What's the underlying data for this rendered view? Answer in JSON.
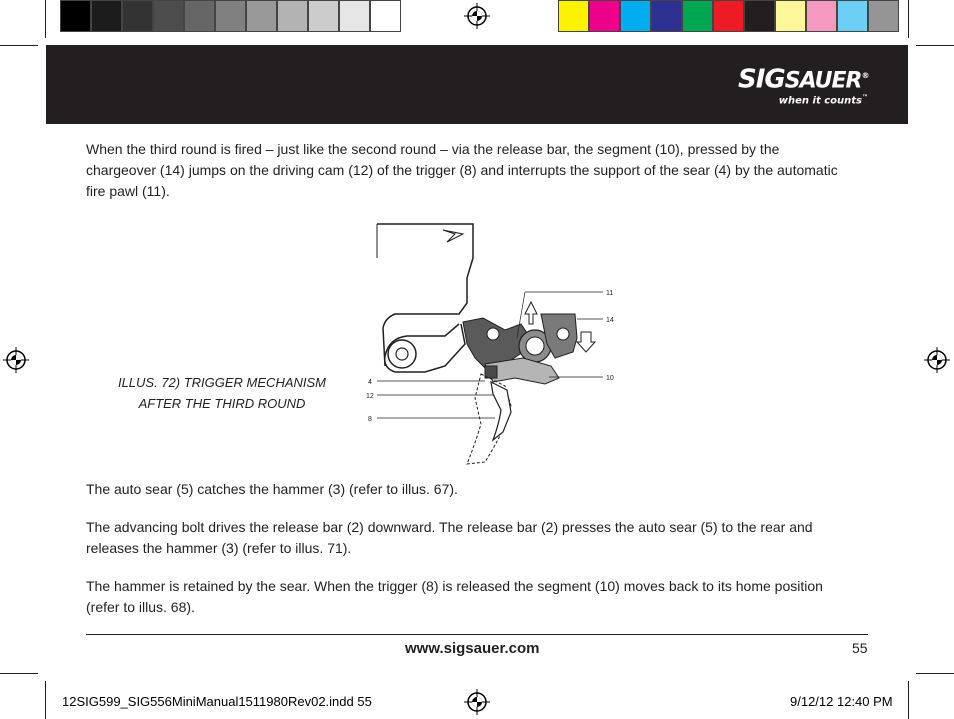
{
  "colors": {
    "grayscale": [
      "#000000",
      "#1c1c1c",
      "#333333",
      "#4d4d4d",
      "#666666",
      "#808080",
      "#999999",
      "#b3b3b3",
      "#cccccc",
      "#e6e6e6",
      "#ffffff"
    ],
    "process": [
      "#fff200",
      "#ec008c",
      "#00aeef",
      "#2e3192",
      "#00a651",
      "#ed1c24",
      "#231f20",
      "#fff799",
      "#f49ac1",
      "#6dcff6",
      "#959595"
    ],
    "header_band": "#231f20",
    "text": "#231f20"
  },
  "header": {
    "logo_sig": "SIG",
    "logo_sauer": "SAUER",
    "logo_mark": "®",
    "tagline": "when it counts",
    "tagline_mark": "™"
  },
  "body": {
    "intro": "When the third round is fired – just like the second round – via the release bar, the segment (10), pressed by the chargeover (14) jumps on the driving cam (12) of the trigger (8) and interrupts the support of the sear (4) by the automatic fire pawl (11).",
    "caption_line1": "ILLUS. 72) TRIGGER MECHANISM",
    "caption_line2": "AFTER THE THIRD ROUND",
    "para1": "The auto sear (5) catches the hammer (3) (refer to illus. 67).",
    "para2": "The advancing bolt drives the release bar (2) downward. The release bar (2) presses the auto sear (5) to the rear and releases the hammer (3) (refer to illus. 71).",
    "para3": "The hammer is retained by the sear. When the trigger (8) is released the segment (10) moves back to its home position (refer to illus. 68)."
  },
  "diagram_labels": {
    "l11": "11",
    "l14": "14",
    "l10": "10",
    "l4": "4",
    "l12": "12",
    "l8": "8"
  },
  "footer": {
    "website": "www.sigsauer.com",
    "page_number": "55"
  },
  "slug": {
    "filename": "12SIG599_SIG556MiniManual1511980Rev02.indd   55",
    "datetime": "9/12/12   12:40 PM"
  }
}
